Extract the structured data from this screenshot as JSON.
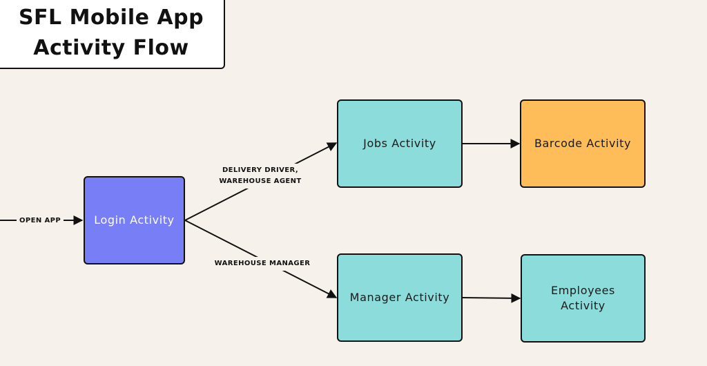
{
  "title": {
    "line1": "SFL Mobile App",
    "line2": "Activity Flow"
  },
  "nodes": {
    "login": {
      "label": "Login Activity",
      "color": "#787ff6"
    },
    "jobs": {
      "label": "Jobs Activity",
      "color": "#8ddcdc"
    },
    "barcode": {
      "label": "Barcode Activity",
      "color": "#ffbd59"
    },
    "manager": {
      "label": "Manager Activity",
      "color": "#8ddcdc"
    },
    "employees": {
      "label": "Employees\nActivity",
      "color": "#8ddcdc"
    }
  },
  "edges": {
    "open_app": "OPEN APP",
    "driver_agent": "DELIVERY DRIVER,\nWAREHOUSE AGENT",
    "warehouse_manager": "WAREHOUSE MANAGER"
  },
  "background_color": "#f6f1ea"
}
